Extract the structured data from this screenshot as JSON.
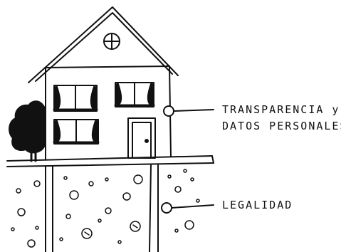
{
  "labels": {
    "transparency_line1": "TRANSPARENCIA y",
    "transparency_line2": "DATOS PERSONALES",
    "legality": "LEGALIDAD"
  },
  "colors": {
    "ink": "#111111",
    "paper": "#ffffff"
  },
  "icons": {
    "attic_window": "round-cross-window-icon",
    "tree": "tree-icon",
    "house": "house-icon"
  }
}
